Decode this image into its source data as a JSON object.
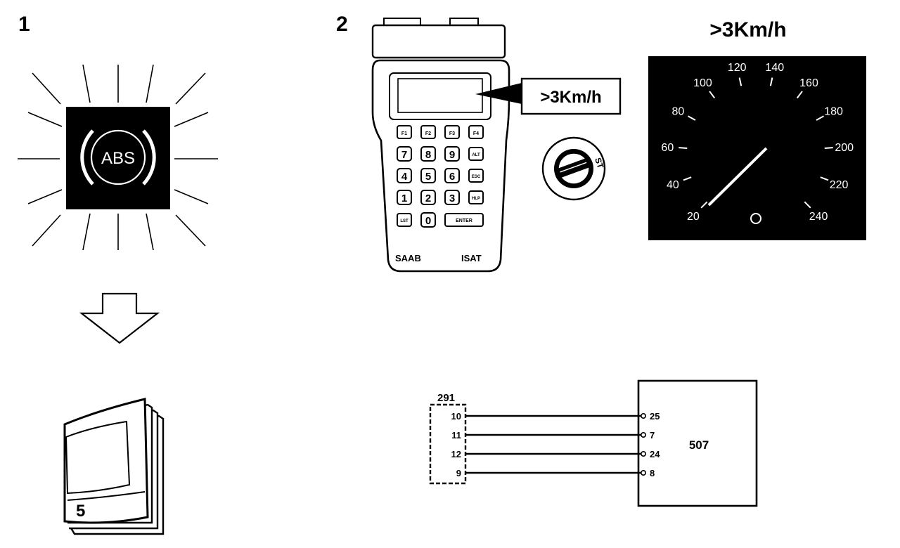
{
  "steps": {
    "step1": "1",
    "step2": "2"
  },
  "abs_lamp": {
    "text": "ABS"
  },
  "manual": {
    "number": "5"
  },
  "tester": {
    "display_callout": ">3Km/h",
    "brand_left": "SAAB",
    "brand_right": "ISAT",
    "keys": [
      [
        "F1",
        "F2",
        "F3",
        "F4"
      ],
      [
        "7",
        "8",
        "9",
        "ALT"
      ],
      [
        "4",
        "5",
        "6",
        "ESC"
      ],
      [
        "1",
        "2",
        "3",
        "HLP"
      ],
      [
        "LST",
        "0",
        "ENTER"
      ]
    ]
  },
  "ignition": {
    "label": "ST"
  },
  "speedometer": {
    "heading": ">3Km/h",
    "scale_labels": [
      "20",
      "40",
      "60",
      "80",
      "100",
      "120",
      "140",
      "160",
      "180",
      "200",
      "220",
      "240"
    ],
    "needle_value_kmh": 3
  },
  "wiring": {
    "connector_left": "291",
    "control_unit": "507",
    "connections": [
      {
        "from_pin": "10",
        "to_pin": "25"
      },
      {
        "from_pin": "11",
        "to_pin": "7"
      },
      {
        "from_pin": "12",
        "to_pin": "24"
      },
      {
        "from_pin": "9",
        "to_pin": "8"
      }
    ]
  }
}
